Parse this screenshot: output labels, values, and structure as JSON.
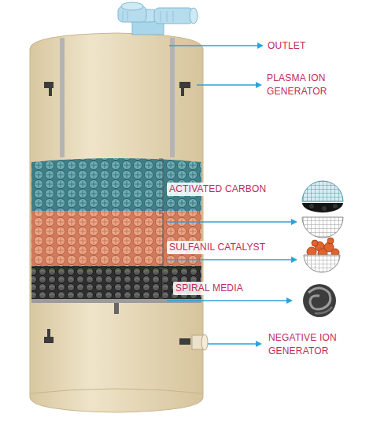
{
  "diagram": {
    "labels": [
      "OUTLET",
      "PLASMA ION GENERATOR",
      "ACTIVATED CARBON",
      "SULFANIL CATALYST",
      "SPIRAL MEDIA",
      "NEGATIVE ION GENERATOR"
    ]
  }
}
